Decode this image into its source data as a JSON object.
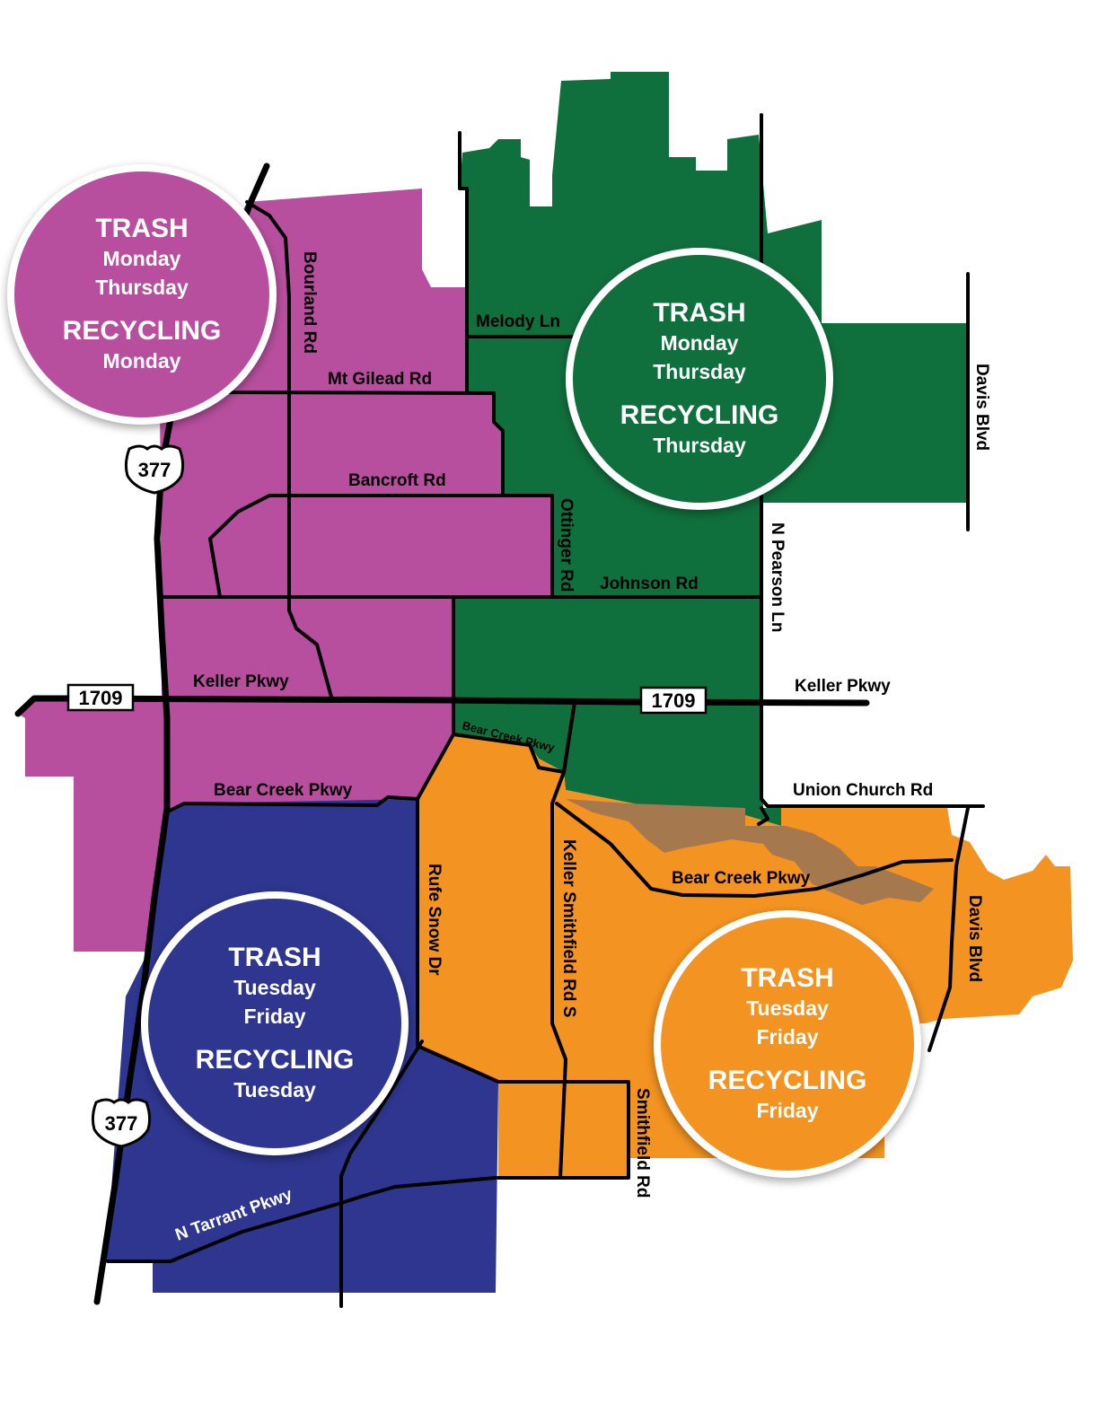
{
  "zones": [
    {
      "id": "purple",
      "color": "#b84f9e",
      "trash_heading": "TRASH",
      "trash_days": [
        "Monday",
        "Thursday"
      ],
      "recycling_heading": "RECYCLING",
      "recycling_days": [
        "Monday"
      ]
    },
    {
      "id": "green",
      "color": "#10703d",
      "trash_heading": "TRASH",
      "trash_days": [
        "Monday",
        "Thursday"
      ],
      "recycling_heading": "RECYCLING",
      "recycling_days": [
        "Thursday"
      ]
    },
    {
      "id": "blue",
      "color": "#2e368f",
      "trash_heading": "TRASH",
      "trash_days": [
        "Tuesday",
        "Friday"
      ],
      "recycling_heading": "RECYCLING",
      "recycling_days": [
        "Tuesday"
      ]
    },
    {
      "id": "orange",
      "color": "#f39321",
      "trash_heading": "TRASH",
      "trash_days": [
        "Tuesday",
        "Friday"
      ],
      "recycling_heading": "RECYCLING",
      "recycling_days": [
        "Friday"
      ]
    }
  ],
  "park_color": "#a5784e",
  "roads": {
    "bourland": "Bourland Rd",
    "mt_gilead": "Mt Gilead Rd",
    "melody": "Melody Ln",
    "bancroft": "Bancroft Rd",
    "ottinger": "Ottinger Rd",
    "johnson": "Johnson Rd",
    "n_pearson": "N Pearson Ln",
    "davis_north": "Davis Blvd",
    "keller_pkwy_west": "Keller Pkwy",
    "keller_pkwy_east": "Keller Pkwy",
    "bear_creek_small": "Bear Creek Pkwy",
    "union_church": "Union Church Rd",
    "bear_creek_west": "Bear Creek Pkwy",
    "bear_creek_east": "Bear Creek Pkwy",
    "rufe_snow": "Rufe Snow Dr",
    "keller_smithfield": "Keller Smithfield Rd S",
    "davis_south": "Davis Blvd",
    "smithfield": "Smithfield Rd",
    "n_tarrant": "N Tarrant Pkwy"
  },
  "shields": {
    "us377_top": "377",
    "us377_bottom": "377",
    "fm1709_west": "1709",
    "fm1709_east": "1709"
  }
}
